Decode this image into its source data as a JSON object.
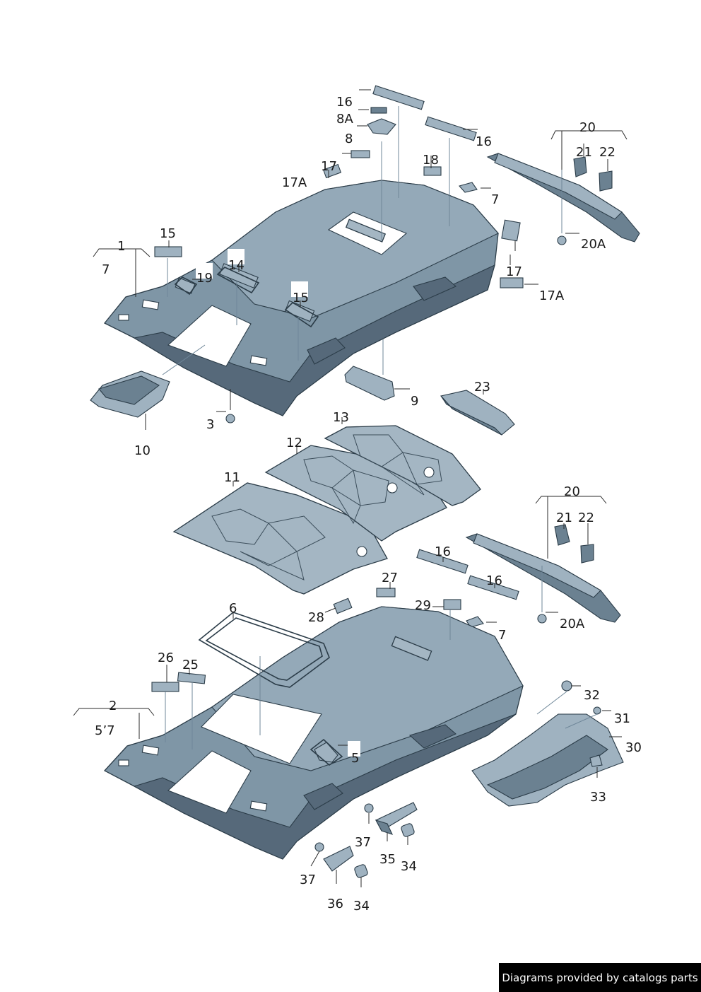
{
  "labels": {
    "l16a": "16",
    "l8A": "8A",
    "l8": "8",
    "l16b": "16",
    "l20a": "20",
    "l21a": "21",
    "l22a": "22",
    "l17a": "17",
    "l18": "18",
    "l17Aa": "17A",
    "l7a": "7",
    "l20Aa": "20A",
    "l15a": "15",
    "l1": "1",
    "l7b": "7",
    "l14": "14",
    "l19": "19",
    "l15b": "15",
    "l17b": "17",
    "l17Ab": "17A",
    "l3": "3",
    "l9": "9",
    "l23": "23",
    "l10": "10",
    "l13": "13",
    "l12": "12",
    "l11": "11",
    "l20b": "20",
    "l21b": "21",
    "l22b": "22",
    "l16c": "16",
    "l16d": "16",
    "l20Ab": "20A",
    "l27": "27",
    "l29": "29",
    "l6": "6",
    "l28": "28",
    "l7c": "7",
    "l26": "26",
    "l25": "25",
    "l2": "2",
    "l57": "5’7",
    "l5": "5",
    "l32": "32",
    "l31": "31",
    "l30": "30",
    "l33": "33",
    "l37a": "37",
    "l35": "35",
    "l34a": "34",
    "l37b": "37",
    "l36": "36",
    "l34b": "34"
  },
  "credit": "Diagrams provided by catalogs parts"
}
